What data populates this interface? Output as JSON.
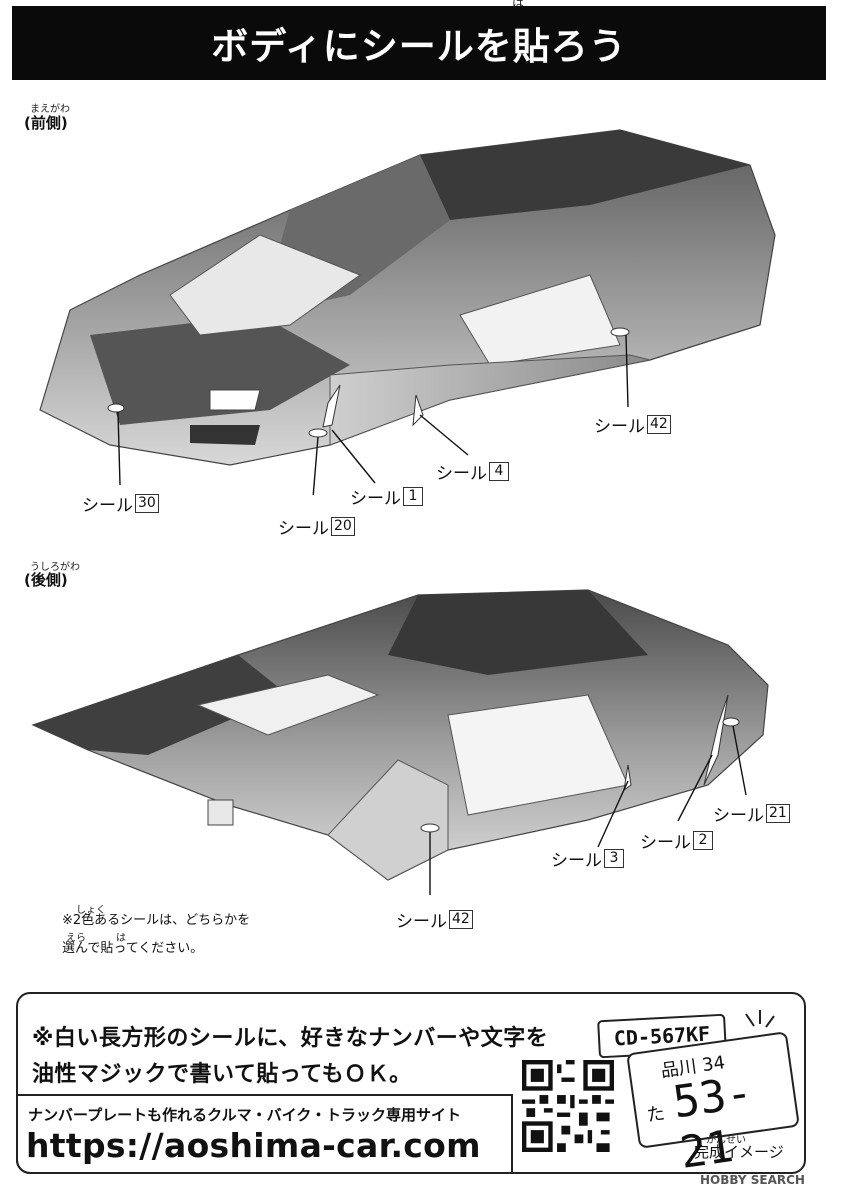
{
  "header": {
    "title": "ボディにシールを貼ろう",
    "ruby": "は"
  },
  "front": {
    "label": "(前側)",
    "ruby": "まえがわ",
    "callouts": [
      {
        "text": "シール",
        "num": "42"
      },
      {
        "text": "シール",
        "num": "4"
      },
      {
        "text": "シール",
        "num": "1"
      },
      {
        "text": "シール",
        "num": "30"
      },
      {
        "text": "シール",
        "num": "20"
      }
    ]
  },
  "rear": {
    "label": "(後側)",
    "ruby": "うしろがわ",
    "callouts": [
      {
        "text": "シール",
        "num": "21"
      },
      {
        "text": "シール",
        "num": "2"
      },
      {
        "text": "シール",
        "num": "3"
      },
      {
        "text": "シール",
        "num": "42"
      }
    ]
  },
  "note": {
    "line1": "※2色あるシールは、どちらかを",
    "line2": "選んで貼ってください。",
    "ruby1": "しょく",
    "ruby2a": "えら",
    "ruby2b": "は"
  },
  "promo": {
    "line1": "※白い長方形のシールに、好きなナンバーや文字を",
    "line2": "油性マジックで書いて貼ってもＯＫ。"
  },
  "site": {
    "subtitle": "ナンバープレートも作れるクルマ・バイク・トラック専用サイト",
    "url": "https://aoshima-car.com"
  },
  "plates": {
    "small": "CD-567KF",
    "big_top": "品川 34",
    "big_kana": "た",
    "big_num": "53-21"
  },
  "caption": "完成イメージ",
  "caption_ruby": "かんせい",
  "watermark": "HOBBY SEARCH",
  "colors": {
    "header_bg": "#0a0a0a",
    "header_text": "#ffffff",
    "ink": "#111111"
  }
}
